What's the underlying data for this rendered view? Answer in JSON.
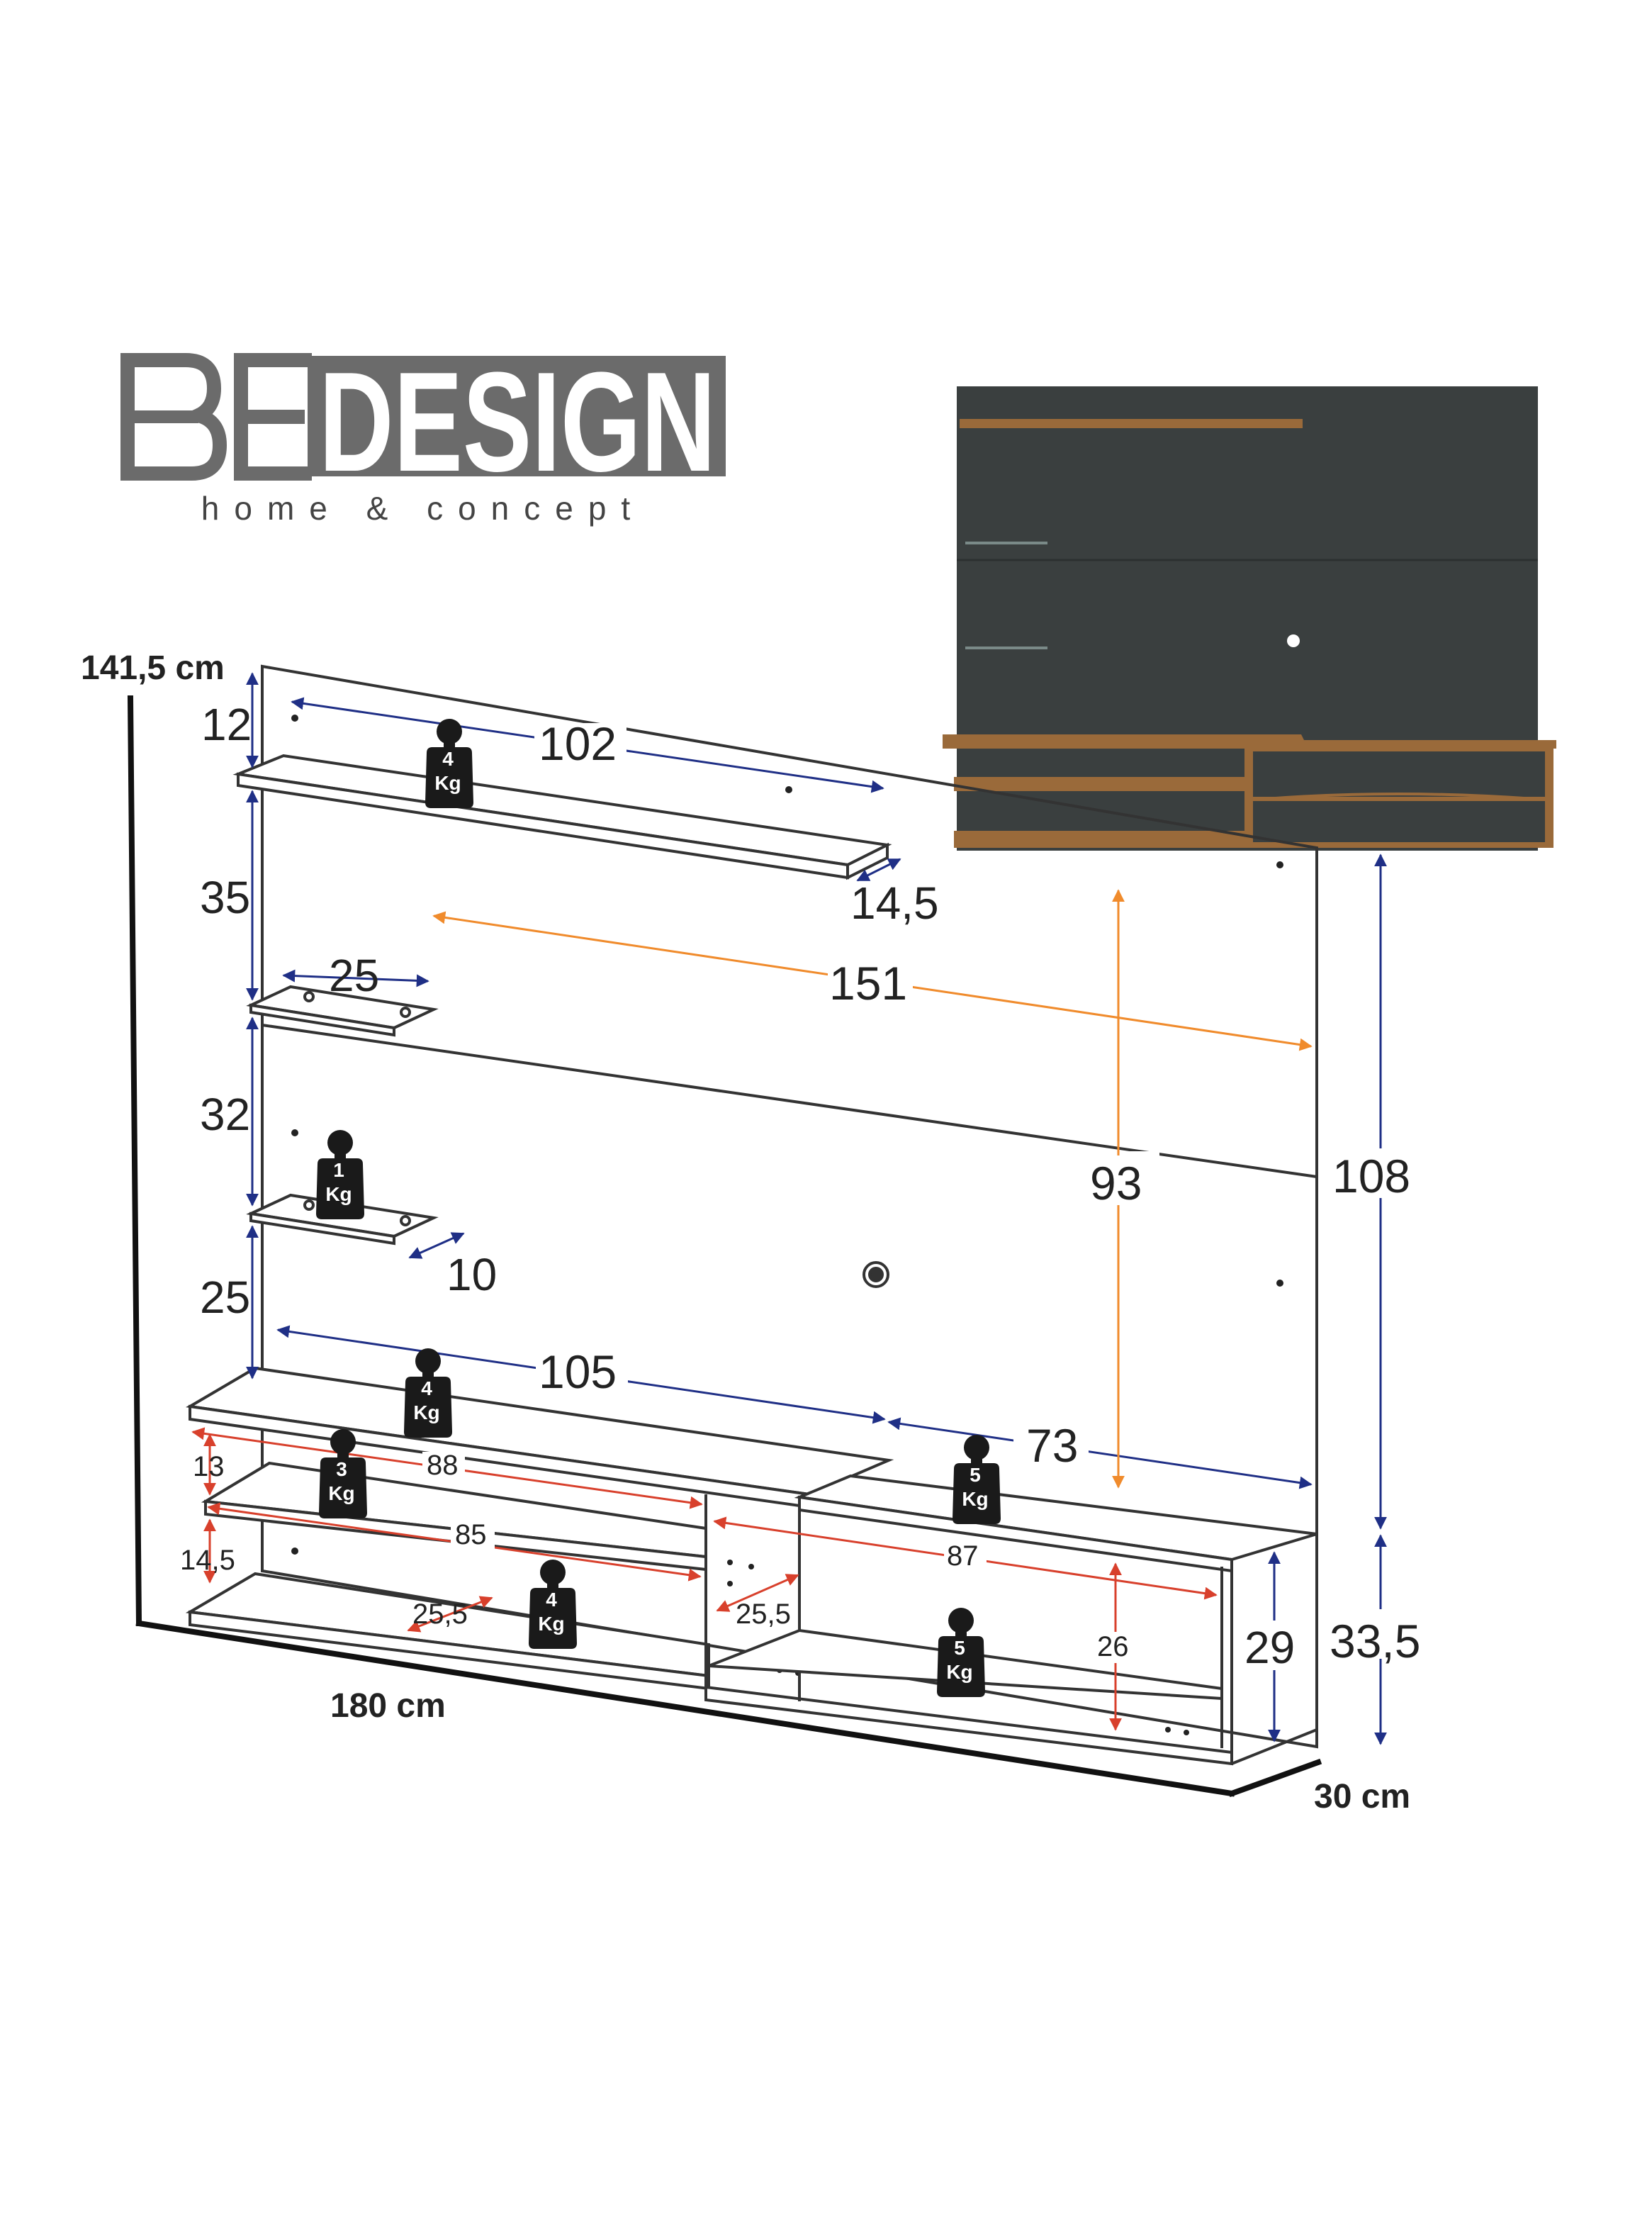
{
  "brand": {
    "name": "BE DESIGN",
    "tagline": "home & concept"
  },
  "overall": {
    "height": "141,5 cm",
    "width": "180 cm",
    "depth": "30 cm"
  },
  "dimensions": {
    "d12": "12",
    "d102": "102",
    "d14_5_top": "14,5",
    "d35": "35",
    "d25_shelf": "25",
    "d151": "151",
    "d32": "32",
    "d93": "93",
    "d108": "108",
    "d10": "10",
    "d25_side": "25",
    "d105": "105",
    "d73": "73",
    "d13": "13",
    "d88": "88",
    "d85": "85",
    "d14_5_side": "14,5",
    "d87": "87",
    "d25_5_left": "25,5",
    "d25_5_mid": "25,5",
    "d26": "26",
    "d29": "29",
    "d33_5": "33,5"
  },
  "weights": {
    "unit": "Kg",
    "top_shelf": "4",
    "glass_shelf": "1",
    "rack_top": "4",
    "rack_upper": "3",
    "rack_bottom": "4",
    "cabinet_top": "5",
    "cabinet_inner": "5"
  },
  "colors": {
    "panel": "#3a3f3f",
    "wood": "#9a6a3a",
    "blue": "#1f2f86",
    "orange": "#f08b2c",
    "red": "#d8402c",
    "logo_gray": "#6b6b6b"
  },
  "icons": {
    "weight": "kettlebell-icon"
  }
}
